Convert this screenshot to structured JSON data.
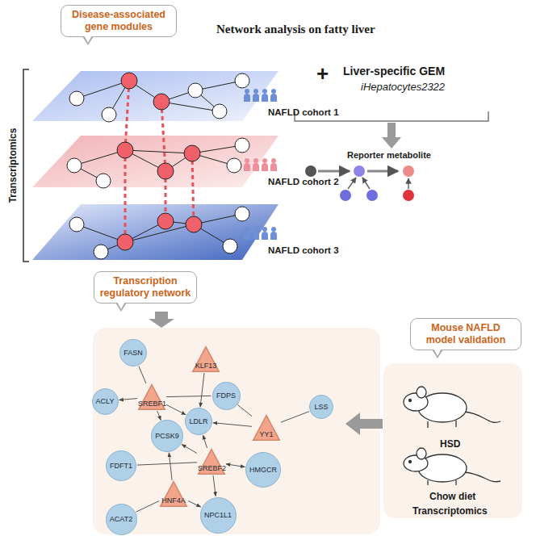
{
  "diagram": {
    "title": "Network analysis on fatty liver",
    "nodes": [
      {
        "text": [
          "Disease-associated gene modules"
        ]
      },
      {
        "text": [
          "Transcription regulatory network"
        ]
      },
      {
        "text": [
          "FASN"
        ]
      },
      {
        "text": [
          "KLF13"
        ]
      },
      {
        "text": [
          "ACLY"
        ]
      },
      {
        "text": [
          "SREBF1"
        ]
      },
      {
        "text": [
          "FDPS"
        ]
      },
      {
        "text": [
          "LSS"
        ]
      },
      {
        "text": [
          "LDLR"
        ]
      },
      {
        "text": [
          "YY1"
        ]
      },
      {
        "text": [
          "PCSK9"
        ]
      },
      {
        "text": [
          "FDFT1"
        ]
      },
      {
        "text": [
          "SREBF2"
        ]
      },
      {
        "text": [
          "HMGCR"
        ]
      },
      {
        "text": [
          "HNF4A"
        ]
      },
      {
        "text": [
          "NPC1L1"
        ]
      },
      {
        "text": [
          "ACAT2"
        ]
      },
      {
        "text": [
          "Mouse NAFLD model validation"
        ]
      },
      {
        "text": [
          "HSD",
          "Chow diet",
          "Transcriptomics"
        ]
      }
    ],
    "edges": [
      {
        "from": 2,
        "to": 5,
        "arrow": "none"
      },
      {
        "from": 5,
        "to": 4,
        "arrow": "to"
      },
      {
        "from": 5,
        "to": 8,
        "arrow": "to"
      },
      {
        "from": 5,
        "to": 10,
        "arrow": "to"
      },
      {
        "from": 5,
        "to": 6,
        "arrow": "none"
      },
      {
        "from": 3,
        "to": 8,
        "arrow": "to"
      },
      {
        "from": 9,
        "to": 6,
        "arrow": "none"
      },
      {
        "from": 9,
        "to": 7,
        "arrow": "none"
      },
      {
        "from": 9,
        "to": 8,
        "arrow": "to"
      },
      {
        "from": 12,
        "to": 8,
        "arrow": "to"
      },
      {
        "from": 12,
        "to": 10,
        "arrow": "to"
      },
      {
        "from": 12,
        "to": 11,
        "arrow": "none"
      },
      {
        "from": 12,
        "to": 13,
        "arrow": "both"
      },
      {
        "from": 12,
        "to": 15,
        "arrow": "to"
      },
      {
        "from": 14,
        "to": 10,
        "arrow": "to"
      },
      {
        "from": 14,
        "to": 15,
        "arrow": "to"
      },
      {
        "from": 14,
        "to": 16,
        "arrow": "none"
      }
    ],
    "labels": [
      "Transcriptomics",
      "NAFLD cohort 1",
      "NAFLD cohort 2",
      "NAFLD cohort 3",
      "+",
      "Liver-specific GEM",
      "iHepatocytes2322",
      "Reporter metabolite"
    ]
  }
}
